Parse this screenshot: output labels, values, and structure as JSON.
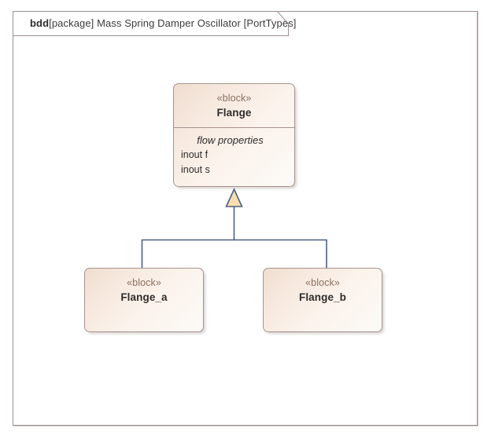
{
  "diagram": {
    "frame": {
      "tab_kind": "bdd",
      "tab_text": "[package] Mass Spring Damper Oscillator [PortTypes]",
      "border_color": "#9c8f90"
    },
    "notation": "SysML Block Definition Diagram",
    "colors": {
      "block_border": "#a8928f",
      "block_fill_light": "#fdfaf7",
      "block_fill_dark": "#f0ddd0",
      "connector_line": "#4b5f80",
      "triangle_fill": "#f7ddb0",
      "stereotype_text": "#8b6f60",
      "name_text": "#2f2c2c"
    },
    "blocks": [
      {
        "id": "flange",
        "stereotype": "«block»",
        "name": "Flange",
        "compartment": {
          "title": "flow properties",
          "items": [
            "inout f",
            "inout s"
          ]
        }
      },
      {
        "id": "flange_a",
        "stereotype": "«block»",
        "name": "Flange_a"
      },
      {
        "id": "flange_b",
        "stereotype": "«block»",
        "name": "Flange_b"
      }
    ],
    "relationships": [
      {
        "type": "generalization",
        "source": "Flange_a",
        "target": "Flange",
        "arrowhead": "hollow-triangle"
      },
      {
        "type": "generalization",
        "source": "Flange_b",
        "target": "Flange",
        "arrowhead": "hollow-triangle"
      }
    ]
  }
}
